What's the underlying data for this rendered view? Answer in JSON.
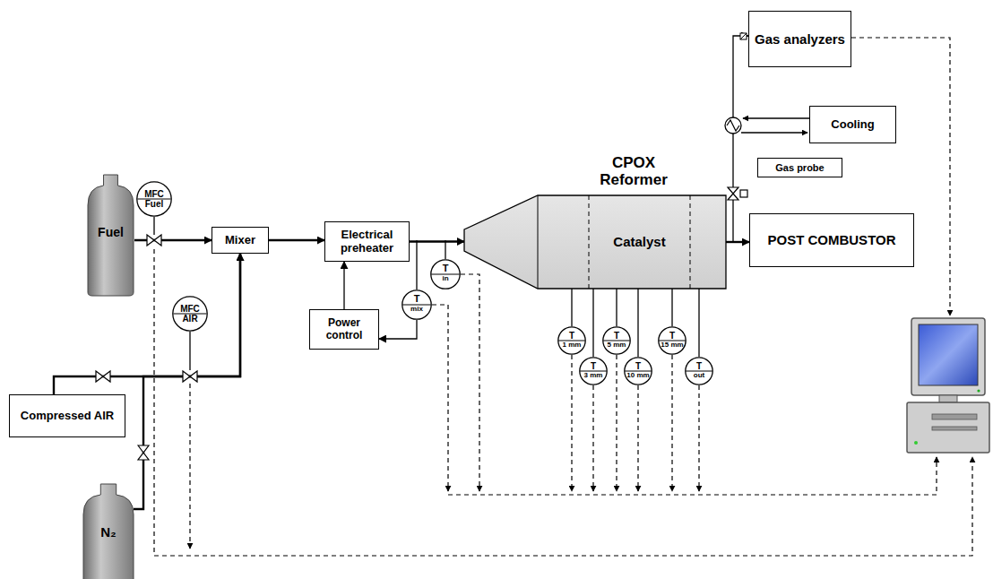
{
  "diagram": {
    "nodes": [
      {
        "text": [
          "Fuel"
        ]
      },
      {
        "text": [
          "MFC",
          "Fuel"
        ]
      },
      {
        "text": [
          "Mixer"
        ]
      },
      {
        "text": [
          "Electrical preheater"
        ]
      },
      {
        "text": [
          "Power control"
        ]
      },
      {
        "text": [
          "T",
          "mix"
        ]
      },
      {
        "text": [
          "T",
          "in"
        ]
      },
      {
        "text": [
          "CPOX Reformer"
        ]
      },
      {
        "text": [
          "Catalyst"
        ],
        "in": 7
      },
      {
        "text": [
          "Gas analyzers"
        ]
      },
      {
        "text": [
          "Cooling"
        ]
      },
      {
        "text": [
          "Gas probe"
        ]
      },
      {
        "text": [
          "POST COMBUSTOR"
        ]
      },
      {
        "text": [
          "Compressed AIR"
        ]
      },
      {
        "text": [
          "N₂"
        ]
      },
      {
        "text": [
          "MFC",
          "AIR"
        ]
      },
      {
        "text": [
          "T",
          "1 mm"
        ]
      },
      {
        "text": [
          "T",
          "3 mm"
        ]
      },
      {
        "text": [
          "T",
          "5 mm"
        ]
      },
      {
        "text": [
          "T",
          "10 mm"
        ]
      },
      {
        "text": [
          "T",
          "15 mm"
        ]
      },
      {
        "text": [
          "T",
          "out"
        ]
      }
    ],
    "edges": [
      {
        "from": 0,
        "to": 2,
        "arrow": "to"
      },
      {
        "from": 13,
        "to": 2,
        "arrow": "to"
      },
      {
        "from": 14,
        "to": 2,
        "arrow": "to"
      },
      {
        "from": 2,
        "to": 3,
        "arrow": "to"
      },
      {
        "from": 3,
        "to": 7,
        "arrow": "to"
      },
      {
        "from": 4,
        "to": 3,
        "arrow": "to"
      },
      {
        "from": 5,
        "to": 4,
        "arrow": "to"
      },
      {
        "from": 7,
        "to": 12,
        "arrow": "to"
      },
      {
        "from": 7,
        "to": 9,
        "arrow": "to"
      },
      {
        "from": 7,
        "to": 16,
        "arrow": "none"
      },
      {
        "from": 7,
        "to": 17,
        "arrow": "none"
      },
      {
        "from": 7,
        "to": 18,
        "arrow": "none"
      },
      {
        "from": 7,
        "to": 19,
        "arrow": "none"
      },
      {
        "from": 7,
        "to": 20,
        "arrow": "none"
      },
      {
        "from": 7,
        "to": 21,
        "arrow": "none"
      }
    ]
  }
}
